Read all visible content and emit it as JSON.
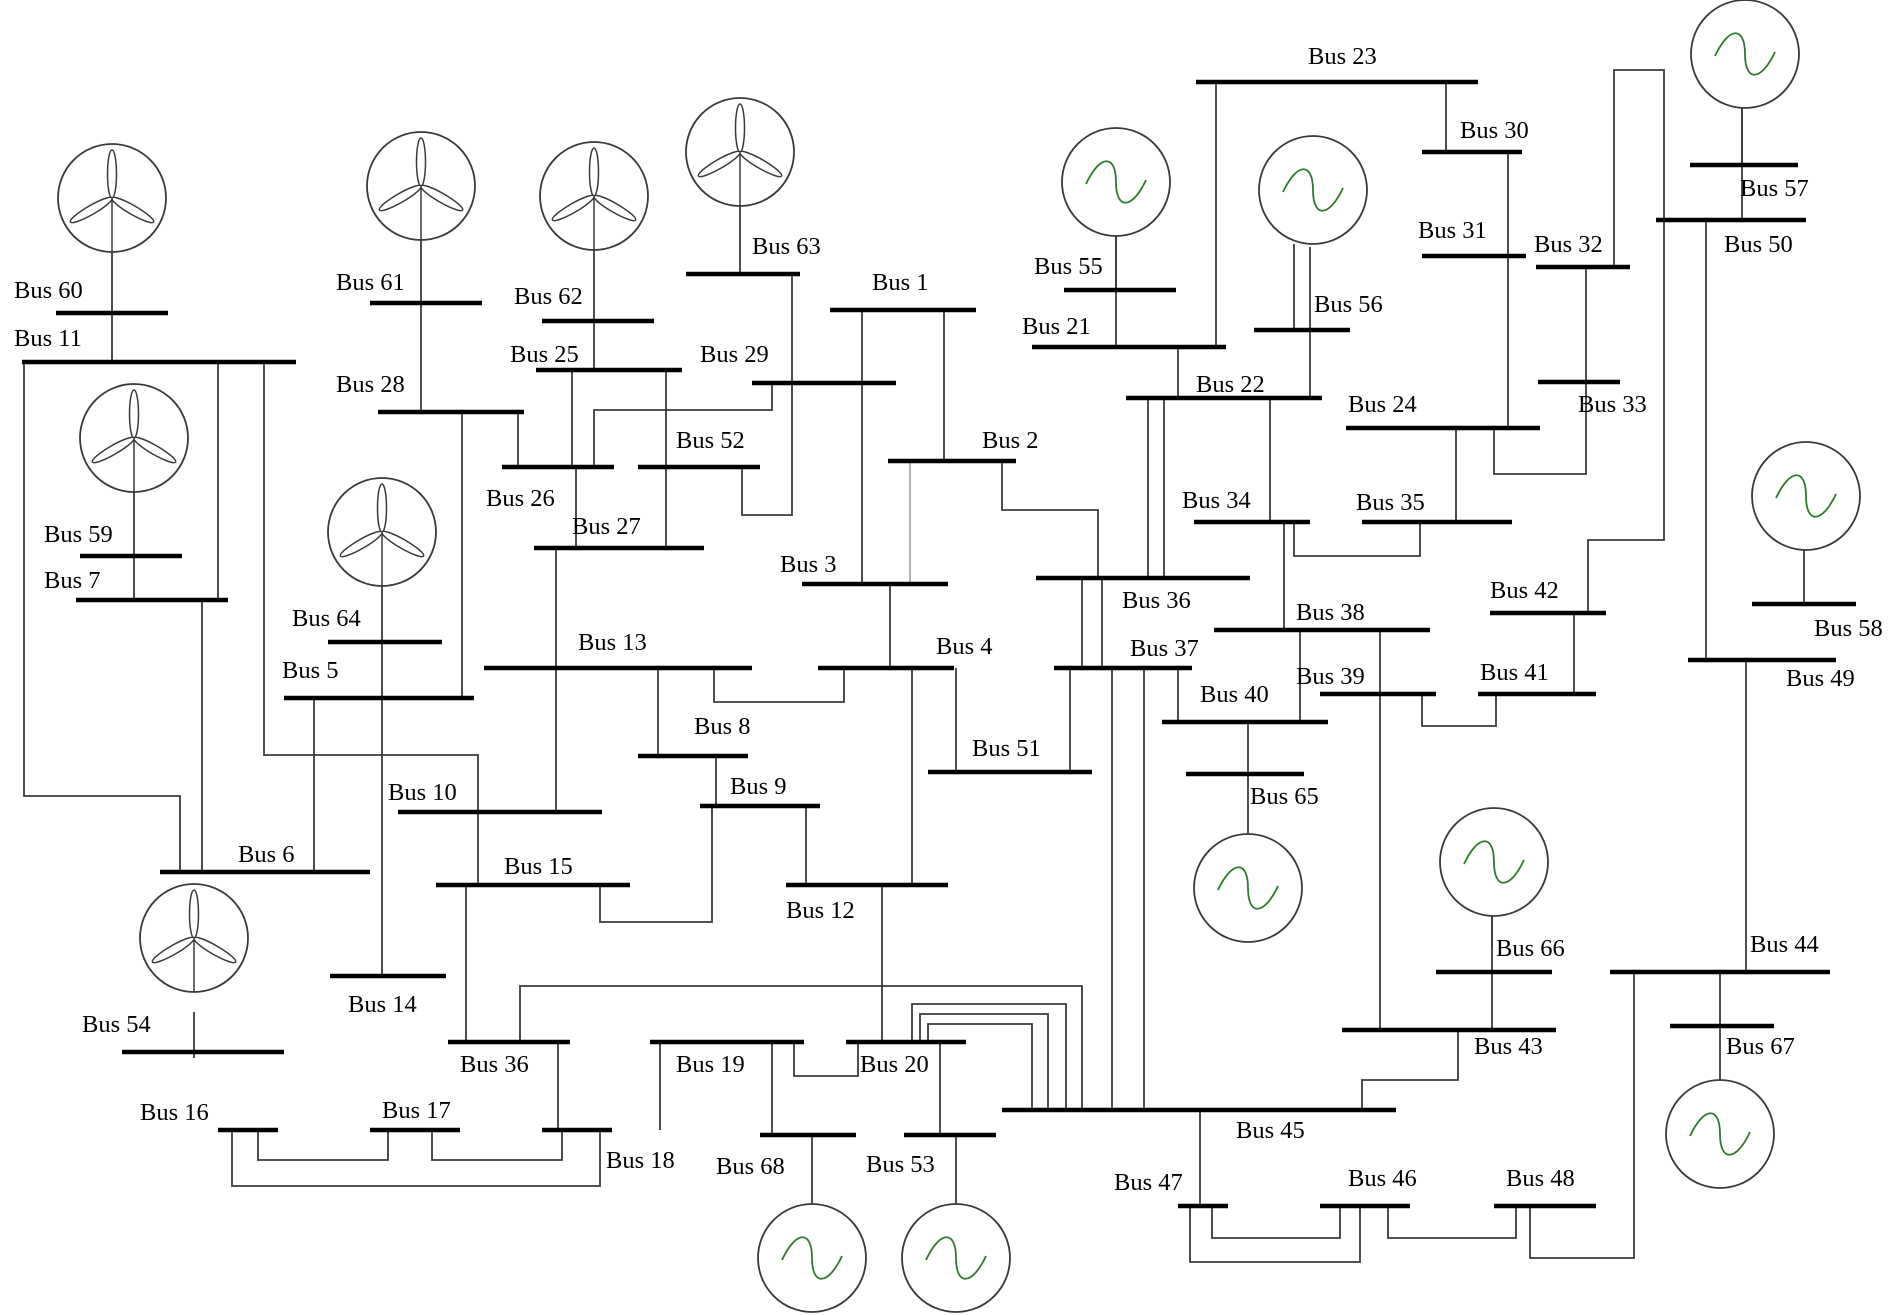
{
  "buses": [
    {
      "id": "1",
      "label": "Bus 1"
    },
    {
      "id": "2",
      "label": "Bus 2"
    },
    {
      "id": "3",
      "label": "Bus 3"
    },
    {
      "id": "4",
      "label": "Bus 4"
    },
    {
      "id": "5",
      "label": "Bus 5"
    },
    {
      "id": "6",
      "label": "Bus 6"
    },
    {
      "id": "7",
      "label": "Bus 7"
    },
    {
      "id": "8",
      "label": "Bus 8"
    },
    {
      "id": "9",
      "label": "Bus 9"
    },
    {
      "id": "10",
      "label": "Bus 10"
    },
    {
      "id": "11",
      "label": "Bus 11"
    },
    {
      "id": "12",
      "label": "Bus 12"
    },
    {
      "id": "13",
      "label": "Bus 13"
    },
    {
      "id": "14",
      "label": "Bus 14"
    },
    {
      "id": "15",
      "label": "Bus 15"
    },
    {
      "id": "16",
      "label": "Bus 16"
    },
    {
      "id": "17",
      "label": "Bus 17"
    },
    {
      "id": "18",
      "label": "Bus 18"
    },
    {
      "id": "19",
      "label": "Bus 19"
    },
    {
      "id": "20",
      "label": "Bus 20"
    },
    {
      "id": "21",
      "label": "Bus 21"
    },
    {
      "id": "22",
      "label": "Bus 22"
    },
    {
      "id": "23",
      "label": "Bus 23"
    },
    {
      "id": "24",
      "label": "Bus 24"
    },
    {
      "id": "25",
      "label": "Bus 25"
    },
    {
      "id": "26",
      "label": "Bus 26"
    },
    {
      "id": "27",
      "label": "Bus 27"
    },
    {
      "id": "28",
      "label": "Bus 28"
    },
    {
      "id": "29",
      "label": "Bus 29"
    },
    {
      "id": "30",
      "label": "Bus 30"
    },
    {
      "id": "31",
      "label": "Bus 31"
    },
    {
      "id": "32",
      "label": "Bus 32"
    },
    {
      "id": "33",
      "label": "Bus 33"
    },
    {
      "id": "34",
      "label": "Bus 34"
    },
    {
      "id": "35",
      "label": "Bus 35"
    },
    {
      "id": "36",
      "label": "Bus 36"
    },
    {
      "id": "36b",
      "label": "Bus 36"
    },
    {
      "id": "37",
      "label": "Bus 37"
    },
    {
      "id": "38",
      "label": "Bus 38"
    },
    {
      "id": "39",
      "label": "Bus 39"
    },
    {
      "id": "40",
      "label": "Bus 40"
    },
    {
      "id": "41",
      "label": "Bus 41"
    },
    {
      "id": "42",
      "label": "Bus 42"
    },
    {
      "id": "43",
      "label": "Bus 43"
    },
    {
      "id": "44",
      "label": "Bus 44"
    },
    {
      "id": "45",
      "label": "Bus 45"
    },
    {
      "id": "46",
      "label": "Bus 46"
    },
    {
      "id": "47",
      "label": "Bus 47"
    },
    {
      "id": "48",
      "label": "Bus 48"
    },
    {
      "id": "49",
      "label": "Bus 49"
    },
    {
      "id": "50",
      "label": "Bus 50"
    },
    {
      "id": "51",
      "label": "Bus 51"
    },
    {
      "id": "52",
      "label": "Bus 52"
    },
    {
      "id": "53",
      "label": "Bus 53"
    },
    {
      "id": "54",
      "label": "Bus 54"
    },
    {
      "id": "55",
      "label": "Bus 55"
    },
    {
      "id": "56",
      "label": "Bus 56"
    },
    {
      "id": "57",
      "label": "Bus 57"
    },
    {
      "id": "58",
      "label": "Bus 58"
    },
    {
      "id": "59",
      "label": "Bus 59"
    },
    {
      "id": "60",
      "label": "Bus 60"
    },
    {
      "id": "61",
      "label": "Bus 61"
    },
    {
      "id": "62",
      "label": "Bus 62"
    },
    {
      "id": "63",
      "label": "Bus 63"
    },
    {
      "id": "64",
      "label": "Bus 64"
    },
    {
      "id": "65",
      "label": "Bus 65"
    },
    {
      "id": "66",
      "label": "Bus 66"
    },
    {
      "id": "67",
      "label": "Bus 67"
    },
    {
      "id": "68",
      "label": "Bus 68"
    }
  ],
  "wind_turbines": [
    "60",
    "61",
    "62",
    "63",
    "59",
    "64",
    "54"
  ],
  "synchronous_generators": [
    "55",
    "56",
    "57",
    "58",
    "65",
    "66",
    "67",
    "68",
    "53"
  ]
}
